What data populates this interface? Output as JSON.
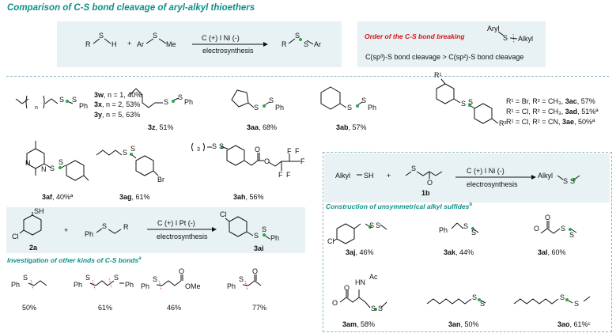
{
  "title": "Comparison of C-S bond cleavage of aryl-alkyl thioethers",
  "top_scheme": {
    "r1": "R",
    "s1": "S",
    "h1": "H",
    "plus": "+",
    "ar": "Ar",
    "s2": "S",
    "me": "Me",
    "conditions": "C (+) I Ni (-)",
    "method": "electrosynthesis",
    "pr": "R",
    "ps1": "S",
    "ps2": "S",
    "par": "Ar"
  },
  "order_box": {
    "heading": "Order of the C-S bond breaking",
    "aryl": "Aryl",
    "s": "S",
    "alkyl": "Alkyl",
    "statement": "C(sp³)-S bond cleavage > C(sp²)-S bond cleavage"
  },
  "compounds": {
    "n_chain": "n",
    "s": "S",
    "ph": "Ph",
    "c3w": "3w",
    "c3w_rest": ", n = 1, 40%",
    "c3x": "3x",
    "c3x_rest": ", n = 2, 53%",
    "c3y": "3y",
    "c3y_rest": ", n = 5, 63%",
    "c3z": "3z",
    "c3z_rest": ", 51%",
    "c3aa": "3aa",
    "c3aa_rest": ", 68%",
    "c3ab": "3ab",
    "c3ab_rest": ", 57%",
    "r1": "R¹",
    "r2": "R²",
    "sub1_a": "R¹ = Br, R² = CH₃, ",
    "sub1_b": "3ac",
    "sub1_c": ", 57%",
    "sub2_a": "R¹ = Cl, R² = CH₃, ",
    "sub2_b": "3ad",
    "sub2_c": ", 51%ª",
    "sub3_a": "R¹ = Cl, R² = CN, ",
    "sub3_b": "3ae",
    "sub3_c": ", 50%ª",
    "c3af": "3af",
    "c3af_rest": ", 40%ª",
    "c3ag": "3ag",
    "c3ag_rest": ", 61%",
    "c3ah": "3ah",
    "c3ah_rest": ", 56%",
    "br": "Br",
    "n": "N",
    "o": "O",
    "f": "F",
    "three": "3"
  },
  "pt_scheme": {
    "sh": "SH",
    "cl": "Cl",
    "ph": "Ph",
    "s": "S",
    "r": "R",
    "plus": "+",
    "conditions": "C (+) I Pt (-)",
    "method": "electrosynthesis",
    "label_2a": "2a",
    "label_3ai": "3ai"
  },
  "investigation": {
    "heading": "Investigation of other kinds of C-S bonds",
    "sup": "a",
    "ph": "Ph",
    "s": "S",
    "ome": "OMe",
    "o": "O",
    "yields": [
      "50%",
      "61%",
      "46%",
      "77%"
    ]
  },
  "alkyl_scheme": {
    "alkyl": "Alkyl",
    "sh": "SH",
    "plus": "+",
    "s": "S",
    "o": "O",
    "label_1b": "1b",
    "conditions": "C (+) I Ni (-)",
    "method": "electrosynthesis"
  },
  "construction": {
    "heading": "Construction of unsymmetrical alkyl sulfides",
    "sup": "b",
    "cl": "Cl",
    "ph": "Ph",
    "s": "S",
    "o": "O",
    "hn": "HN",
    "ac": "Ac",
    "c3aj": "3aj",
    "c3aj_rest": ", 46%",
    "c3ak": "3ak",
    "c3ak_rest": ", 44%",
    "c3al": "3al",
    "c3al_rest": ", 60%",
    "c3am": "3am",
    "c3am_rest": ", 58%",
    "c3an": "3an",
    "c3an_rest": ", 50%",
    "c3ao": "3ao",
    "c3ao_rest": ", 61%ᶜ"
  },
  "colors": {
    "teal": "#0e8f8a",
    "red": "#d4141c",
    "box": "#e8f1f3",
    "dot": "#2aa84a"
  }
}
